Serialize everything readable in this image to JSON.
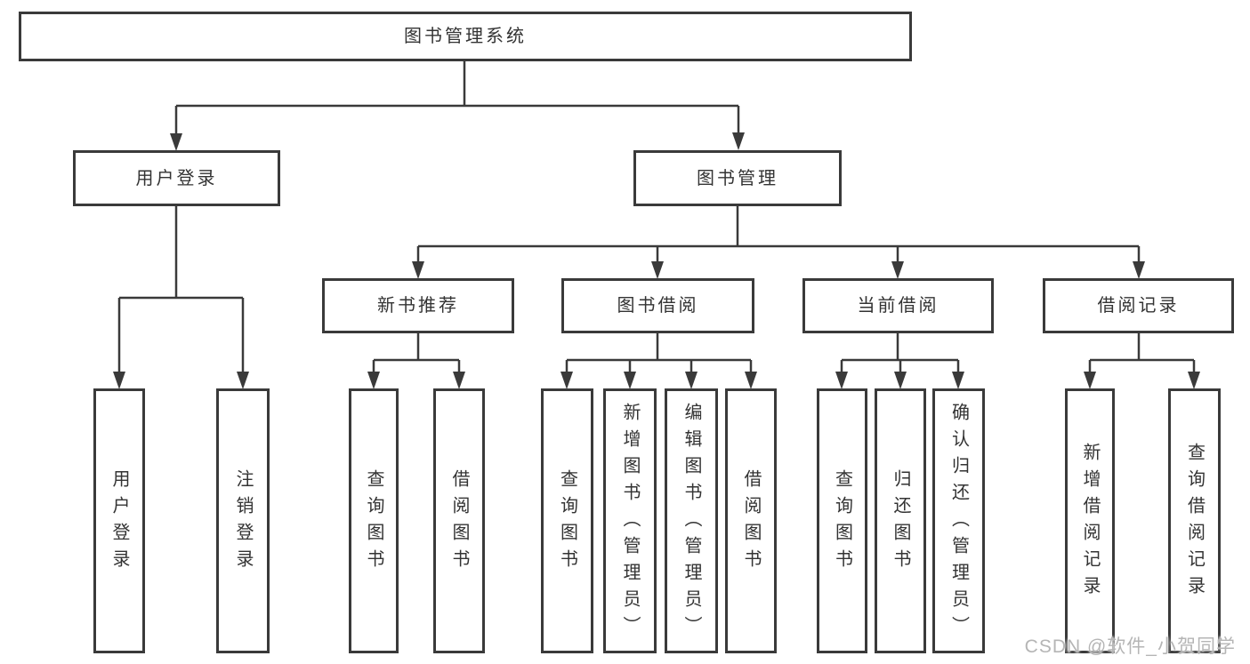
{
  "diagram": {
    "type": "hierarchy-tree",
    "root": {
      "label": "图书管理系统"
    },
    "level2": {
      "user_login": {
        "label": "用户登录"
      },
      "book_management": {
        "label": "图书管理"
      }
    },
    "level3": {
      "new_book_recommendation": {
        "label": "新书推荐"
      },
      "book_borrowing": {
        "label": "图书借阅"
      },
      "current_borrowing": {
        "label": "当前借阅"
      },
      "borrowing_records": {
        "label": "借阅记录"
      }
    },
    "leaves": {
      "user_login_action": {
        "label": "用户登录"
      },
      "logout_action": {
        "label": "注销登录"
      },
      "recommend_query_books": {
        "label": "查询图书"
      },
      "recommend_borrow_books": {
        "label": "借阅图书"
      },
      "borrowing_query_books": {
        "label": "查询图书"
      },
      "borrowing_add_books_admin": {
        "label": "新增图书（管理员）"
      },
      "borrowing_edit_books_admin": {
        "label": "编辑图书（管理员）"
      },
      "borrowing_borrow_books": {
        "label": "借阅图书"
      },
      "current_query_books": {
        "label": "查询图书"
      },
      "current_return_books": {
        "label": "归还图书"
      },
      "current_confirm_return_admin": {
        "label": "确认归还（管理员）"
      },
      "records_add_record": {
        "label": "新增借阅记录"
      },
      "records_query_record": {
        "label": "查询借阅记录"
      }
    },
    "colors": {
      "line": "#3a3a3a",
      "box_border": "#3a3a3a",
      "text": "#333333",
      "background": "#ffffff",
      "watermark": "#b5b5b5"
    }
  },
  "watermark": {
    "text": "CSDN @软件_小贺同学"
  }
}
